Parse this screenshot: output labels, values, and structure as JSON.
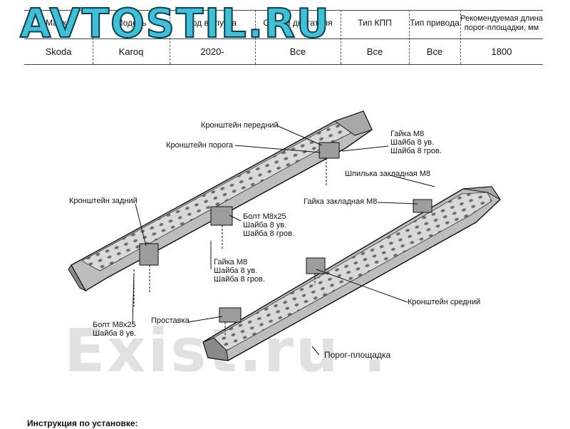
{
  "logo": "AVTOSTIL.RU",
  "watermark": "Exist.ru .",
  "table": {
    "headers": [
      "Марка",
      "Модель",
      "Год выпуска",
      "Объём двигателя",
      "Тип КПП",
      "Тип привода",
      "Рекомендуемая длина порог-площадки, мм"
    ],
    "values": [
      "Skoda",
      "Karoq",
      "2020-",
      "Все",
      "Все",
      "Все",
      "1800"
    ]
  },
  "labels": {
    "front_bracket": "Кронштейн передний",
    "sill_bracket": "Кронштейн порога",
    "nut_top_1": "Гайка М8",
    "nut_top_2": "Шайба 8 ув.",
    "nut_top_3": "Шайба 8 гров.",
    "stud": "Шпилька закладная М8",
    "embedded_nut": "Гайка закладная М8",
    "rear_bracket": "Кронштейн задний",
    "bolt_mid_1": "Болт М8х25",
    "bolt_mid_2": "Шайба 8 ув.",
    "bolt_mid_3": "Шайба 8 гров.",
    "nut_mid_1": "Гайка М8",
    "nut_mid_2": "Шайба 8 ув.",
    "nut_mid_3": "Шайба 8 гров.",
    "middle_bracket": "Кронштейн средний",
    "spacer": "Проставка",
    "bolt_low_1": "Болт М8х25",
    "bolt_low_2": "Шайба 8 ув.",
    "step_board": "Порог-площадка"
  },
  "footer": "Инструкция по установке:"
}
